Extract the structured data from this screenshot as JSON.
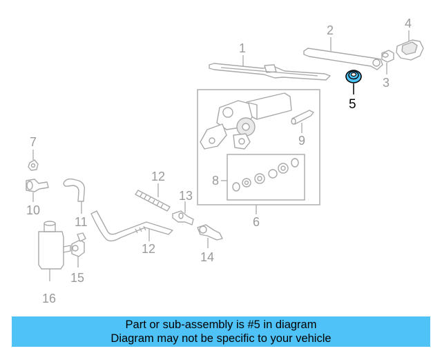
{
  "diagram": {
    "callouts": {
      "c1": "1",
      "c2": "2",
      "c3": "3",
      "c4": "4",
      "c5": "5",
      "c6": "6",
      "c7": "7",
      "c8": "8",
      "c9": "9",
      "c10": "10",
      "c11": "11",
      "c12a": "12",
      "c12b": "12",
      "c13": "13",
      "c14": "14",
      "c15": "15",
      "c16": "16"
    },
    "highlighted_part": "5",
    "colors": {
      "line": "#a8a8a8",
      "label": "#9a9a9a",
      "highlight": "#4fc3f7",
      "highlight_label": "#000000"
    }
  },
  "banner": {
    "line1": "Part or sub-assembly is #5 in diagram",
    "line2": "Diagram may not be specific to your vehicle",
    "background": "#4fc3f7"
  }
}
